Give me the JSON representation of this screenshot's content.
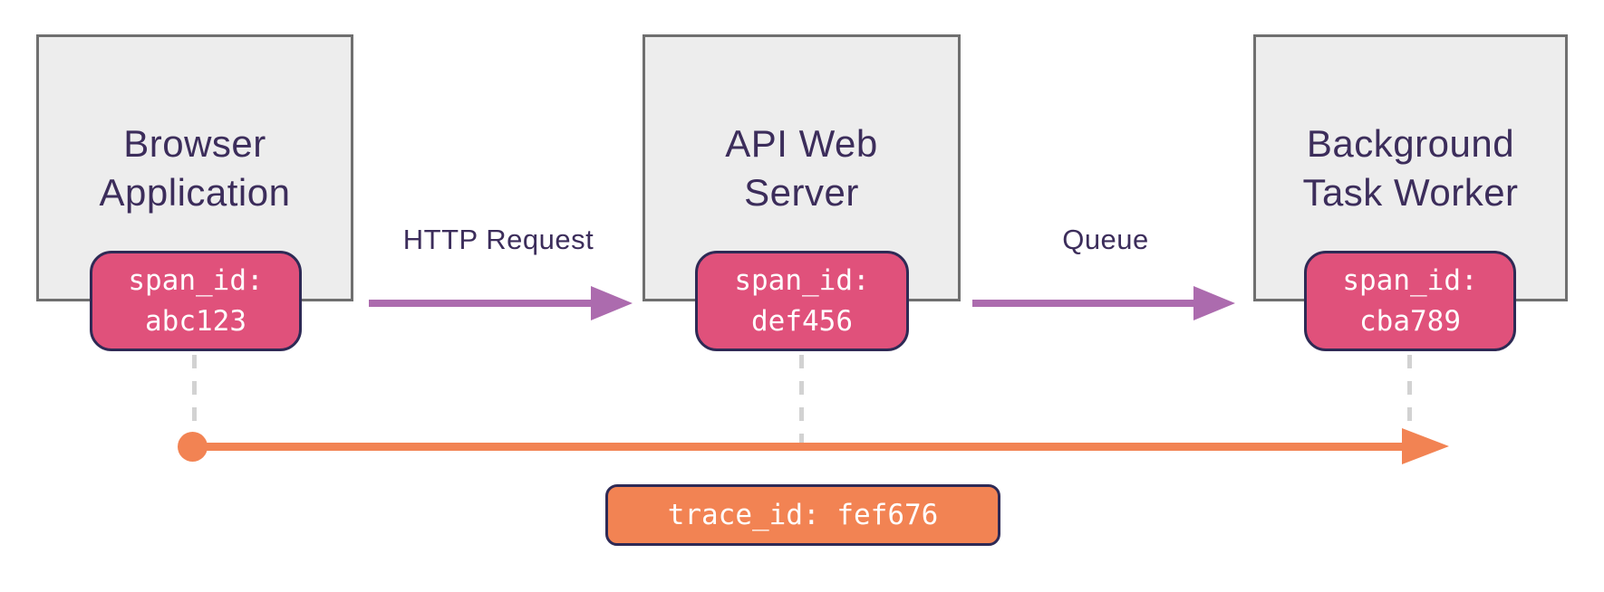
{
  "nodes": [
    {
      "title_line1": "Browser",
      "title_line2": "Application",
      "span_label": "span_id:",
      "span_value": "abc123"
    },
    {
      "title_line1": "API Web",
      "title_line2": "Server",
      "span_label": "span_id:",
      "span_value": "def456"
    },
    {
      "title_line1": "Background",
      "title_line2": "Task Worker",
      "span_label": "span_id:",
      "span_value": "cba789"
    }
  ],
  "edges": [
    {
      "label": "HTTP Request"
    },
    {
      "label": "Queue"
    }
  ],
  "trace": {
    "label": "trace_id: fef676"
  },
  "colors": {
    "node_fill": "#EDEDED",
    "node_border": "#6F6F6F",
    "title_text": "#3C2D5B",
    "span_badge_fill": "#E0517B",
    "badge_border": "#2E2A55",
    "badge_text": "#FFFFFF",
    "edge_arrow": "#AC6BAE",
    "timeline": "#F28353",
    "dashed_connector": "#D2D2D2"
  }
}
